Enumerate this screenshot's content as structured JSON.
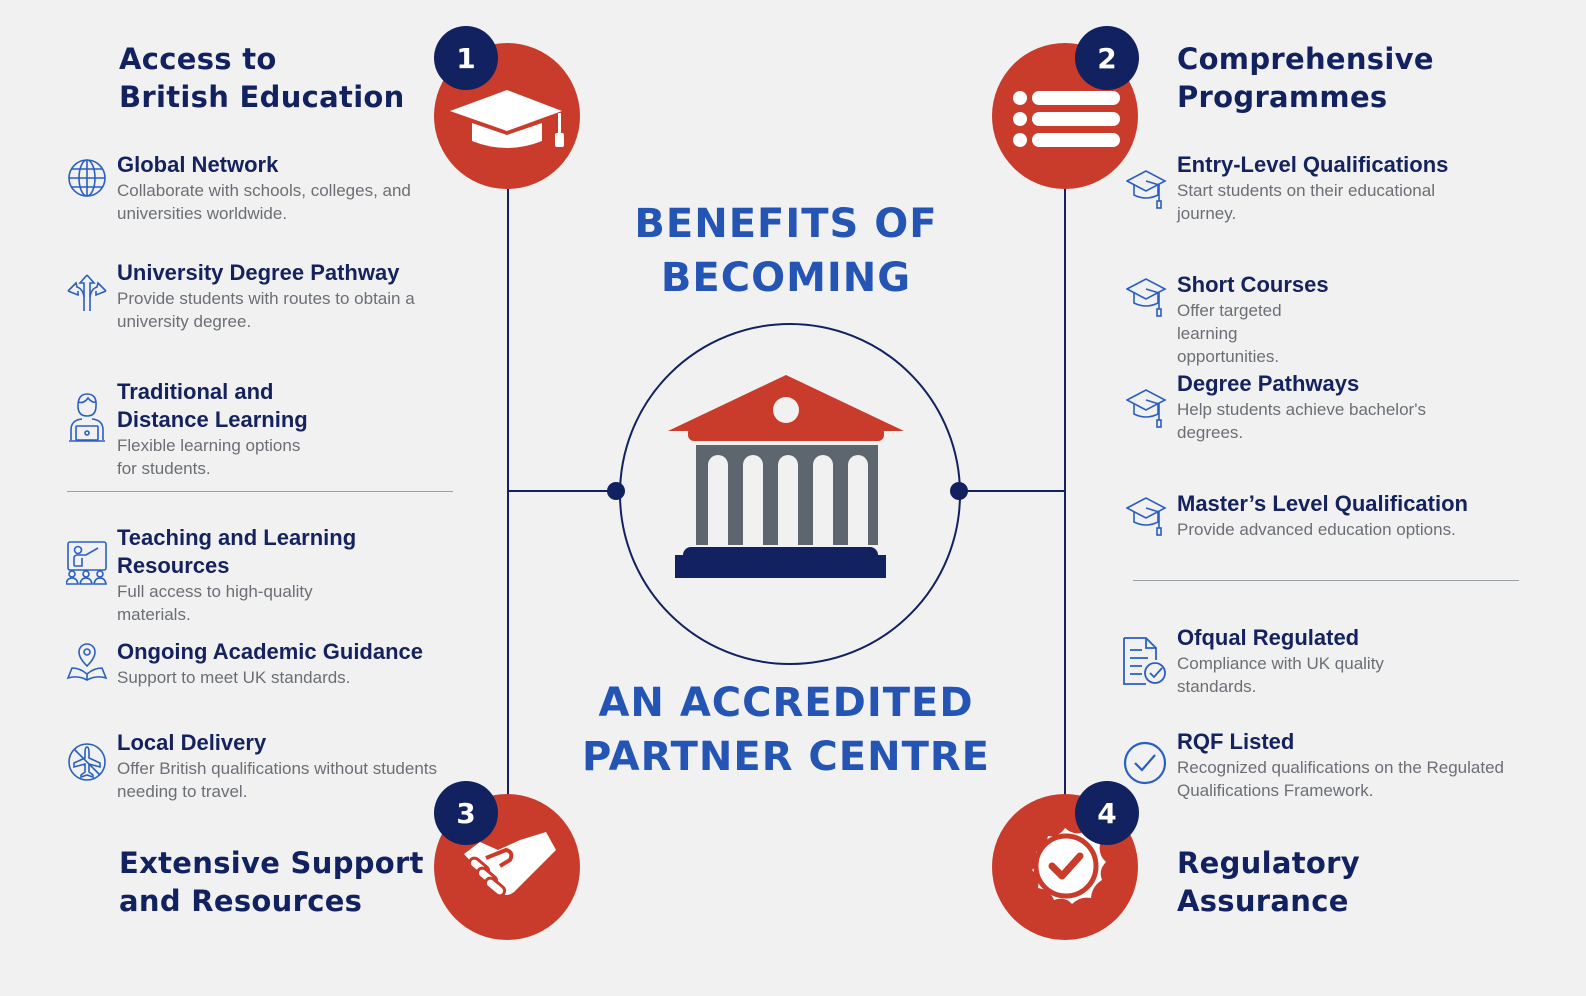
{
  "colors": {
    "background": "#f1f1f1",
    "navy": "#12215f",
    "red": "#c93b2b",
    "blue": "#2454b4",
    "icon_blue": "#2a5fc1",
    "grey_text": "#6b6f75",
    "column_grey": "#5d656e"
  },
  "center": {
    "title_line1": "BENEFITS OF",
    "title_line2": "BECOMING",
    "title_line3": "AN ACCREDITED",
    "title_line4": "PARTNER CENTRE",
    "icon": "institution-building-icon"
  },
  "sections": [
    {
      "number": "1",
      "title_line1": "Access to",
      "title_line2": "British Education",
      "icon": "graduation-cap-icon",
      "items": [
        {
          "title": "Global Network",
          "description": "Collaborate with schools, colleges, and universities worldwide.",
          "icon": "globe-icon"
        },
        {
          "title": "University Degree Pathway",
          "description": "Provide students with routes to obtain a university degree.",
          "icon": "split-arrows-icon"
        },
        {
          "title_line1": "Traditional and",
          "title_line2": "Distance Learning",
          "description": "Flexible learning options for students.",
          "icon": "student-laptop-icon"
        }
      ]
    },
    {
      "number": "2",
      "title_line1": "Comprehensive",
      "title_line2": "Programmes",
      "icon": "list-icon",
      "items": [
        {
          "title": "Entry-Level Qualifications",
          "description": "Start students on their educational journey.",
          "icon": "mortarboard-icon"
        },
        {
          "title": "Short Courses",
          "description": "Offer targeted learning opportunities.",
          "icon": "mortarboard-icon"
        },
        {
          "title": "Degree Pathways",
          "description": "Help students achieve bachelor's degrees.",
          "icon": "mortarboard-icon"
        },
        {
          "title": "Master’s Level Qualification",
          "description": "Provide advanced education options.",
          "icon": "mortarboard-icon"
        }
      ]
    },
    {
      "number": "3",
      "title_line1": "Extensive Support",
      "title_line2": "and Resources",
      "icon": "handshake-icon",
      "items": [
        {
          "title_line1": "Teaching and Learning",
          "title_line2": "Resources",
          "description": "Full access to high-quality materials.",
          "icon": "teacher-presentation-icon"
        },
        {
          "title": "Ongoing Academic Guidance",
          "description": "Support to meet UK standards.",
          "icon": "book-location-pin-icon"
        },
        {
          "title": "Local Delivery",
          "description": "Offer British qualifications without students needing to travel.",
          "icon": "no-flight-icon"
        }
      ]
    },
    {
      "number": "4",
      "title_line1": "Regulatory",
      "title_line2": "Assurance",
      "icon": "certified-seal-check-icon",
      "items": [
        {
          "title": "Ofqual Regulated",
          "description": "Compliance with UK quality standards.",
          "icon": "document-check-icon"
        },
        {
          "title": "RQF Listed",
          "description": "Recognized qualifications on the Regulated Qualifications Framework.",
          "icon": "circle-check-icon"
        }
      ]
    }
  ]
}
